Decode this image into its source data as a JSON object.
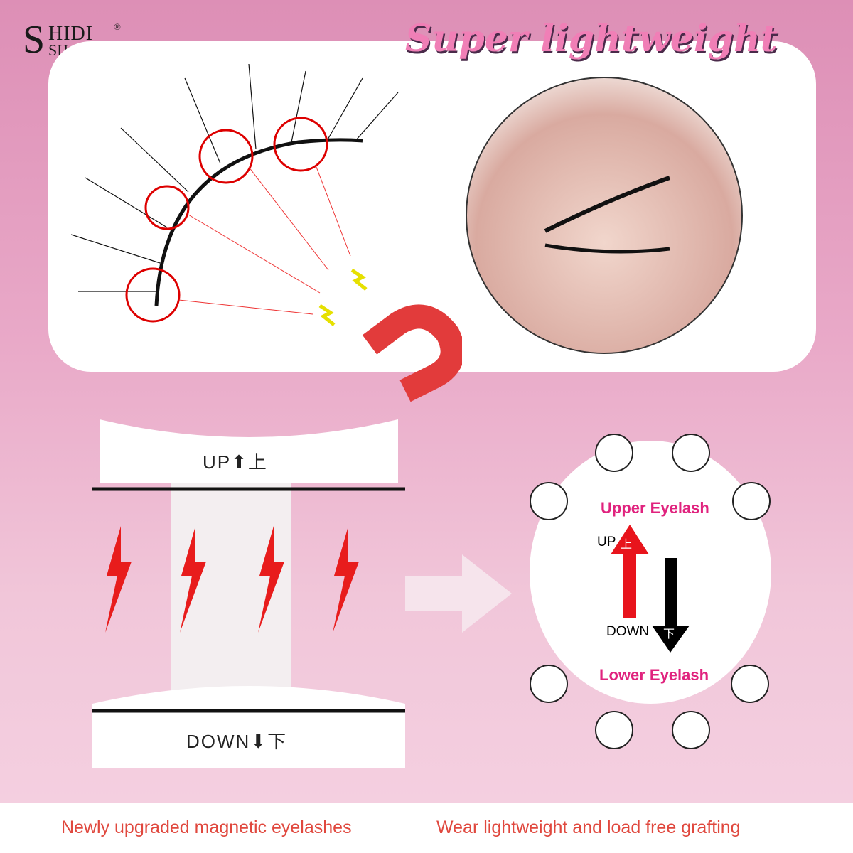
{
  "brand": {
    "logo_initial": "S",
    "logo_line1": "HIDI",
    "logo_line2": "SHANGPIN",
    "registered": "®"
  },
  "headline": "Super lightweight",
  "holder": {
    "up_label": "UP⬆上",
    "down_label": "DOWN⬇下"
  },
  "diagram": {
    "upper_label": "Upper Eyelash",
    "lower_label": "Lower Eyelash",
    "up_text": "UP",
    "up_char": "上",
    "down_text": "DOWN",
    "down_char": "下",
    "up_color": "#e8141c",
    "down_color": "#000000"
  },
  "captions": [
    "Newly upgraded magnetic eyelashes",
    "Wear lightweight and load free grafting"
  ]
}
